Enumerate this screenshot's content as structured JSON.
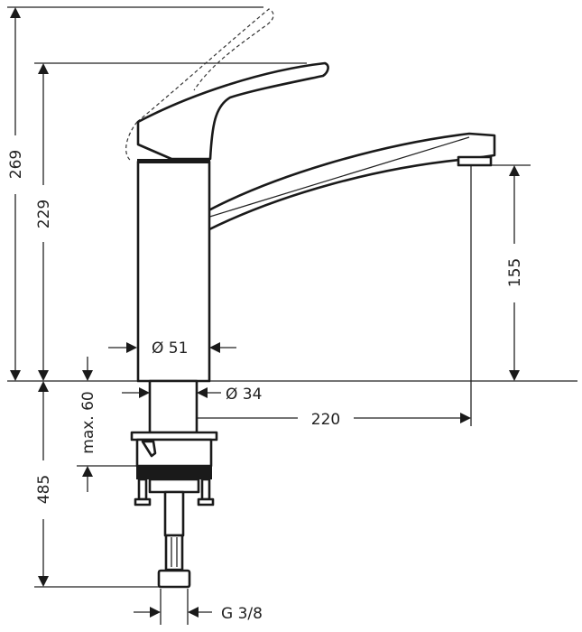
{
  "drawing": {
    "dimensions": {
      "height_lever_open": "269",
      "height_lever": "229",
      "spout_height": "155",
      "body_diameter": "Ø 51",
      "shank_diameter": "Ø 34",
      "spout_reach": "220",
      "max_counter_thickness": "max. 60",
      "below_counter_length": "485",
      "connection_thread": "G 3/8"
    }
  }
}
